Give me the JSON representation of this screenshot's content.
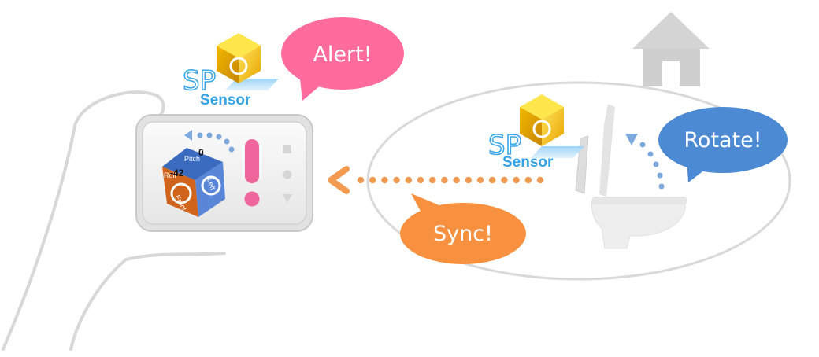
{
  "bubbles": {
    "alert": "Alert!",
    "rotate": "Rotate!",
    "sync": "Sync!"
  },
  "logos": [
    {
      "sp": "SP",
      "sensor": "Sensor"
    },
    {
      "sp": "SP",
      "sensor": "Sensor"
    }
  ],
  "cube": {
    "top_label": "Pitch",
    "top_value": "0",
    "left_label": "Roll",
    "left_value": "-42",
    "front_label": "Front",
    "right_label": "Left"
  },
  "colors": {
    "alert": "#ff6b9d",
    "rotate": "#4c8ad3",
    "sync": "#f7913f",
    "dots": "#f29a50",
    "rotate_dots": "#7ea9dc"
  }
}
